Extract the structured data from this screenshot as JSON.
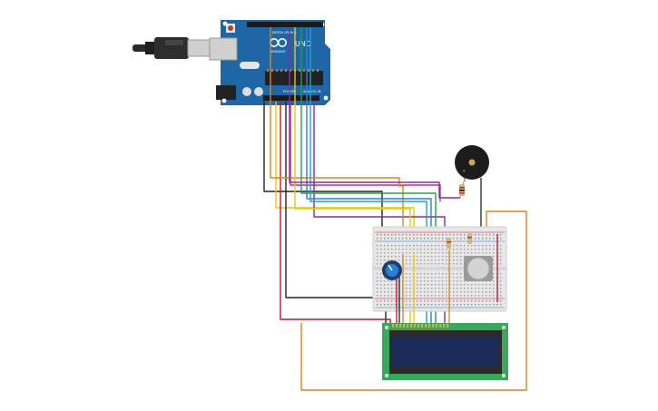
{
  "arduino": {
    "brand_mark": "ARDUINO",
    "model": "UNO",
    "power_label": "POWER",
    "analog_label": "ANALOG IN",
    "digital_label": "DIGITAL (PWM~)",
    "on_label": "ON"
  },
  "colors": {
    "wire_black": "#222222",
    "wire_red": "#c8102e",
    "wire_orange": "#d9861e",
    "wire_yellow": "#e8c619",
    "wire_green": "#2a9d4a",
    "wire_blue": "#2b7fd0",
    "wire_cyan": "#1ea5c8",
    "wire_purple": "#8a2a9a",
    "wire_magenta": "#c02a90",
    "board_blue": "#1f66a6",
    "lcd_pcb": "#3aa85a",
    "lcd_screen": "#1c2c5a"
  },
  "components": [
    {
      "name": "usb-cable-icon"
    },
    {
      "name": "arduino-uno-board"
    },
    {
      "name": "breadboard"
    },
    {
      "name": "potentiometer-icon"
    },
    {
      "name": "piezo-buzzer-icon"
    },
    {
      "name": "pushbutton-icon"
    },
    {
      "name": "lcd-16x2-display"
    }
  ]
}
